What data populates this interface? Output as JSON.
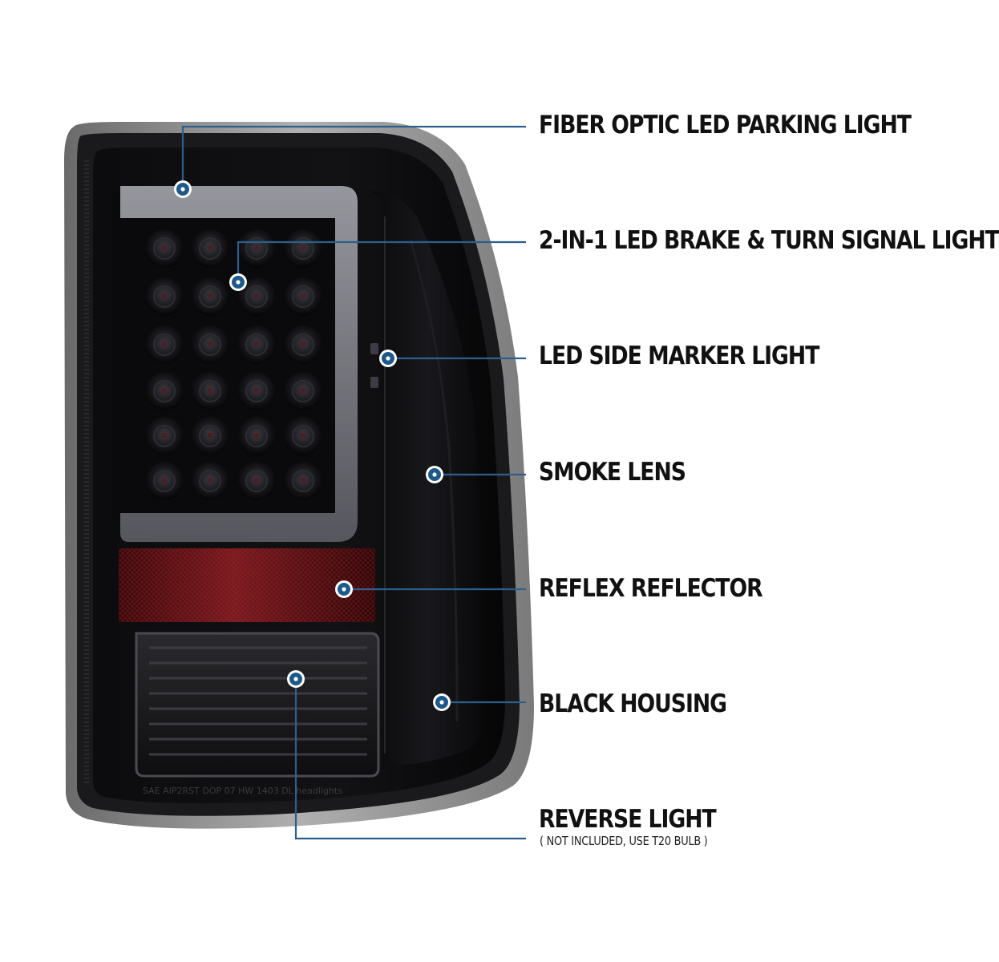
{
  "callouts": [
    {
      "id": "fiber-optic",
      "label": "FIBER OPTIC LED PARKING LIGHT"
    },
    {
      "id": "brake-turn",
      "label": "2-IN-1 LED BRAKE & TURN SIGNAL LIGHT"
    },
    {
      "id": "side-marker",
      "label": "LED SIDE MARKER LIGHT"
    },
    {
      "id": "smoke-lens",
      "label": "SMOKE LENS"
    },
    {
      "id": "reflex-reflector",
      "label": "REFLEX REFLECTOR"
    },
    {
      "id": "black-housing",
      "label": "BLACK HOUSING"
    },
    {
      "id": "reverse-light",
      "label": "REVERSE LIGHT",
      "note": "( NOT INCLUDED, USE T20 BULB )"
    }
  ],
  "lens_marking": "SAE AIP2RST DOP 07  HW  1403 DL headlights",
  "colors": {
    "leader_line": "#2c5f8c",
    "marker_dot": "#1d5a8a",
    "marker_ring": "#ffffff",
    "housing": "#0b0b0d",
    "chrome_trim": "#8a8a8a",
    "reflector": "#5a1014",
    "light_bar": "#8c8c94",
    "label_text": "#111111"
  },
  "icons": [
    "callout-marker-icon"
  ]
}
